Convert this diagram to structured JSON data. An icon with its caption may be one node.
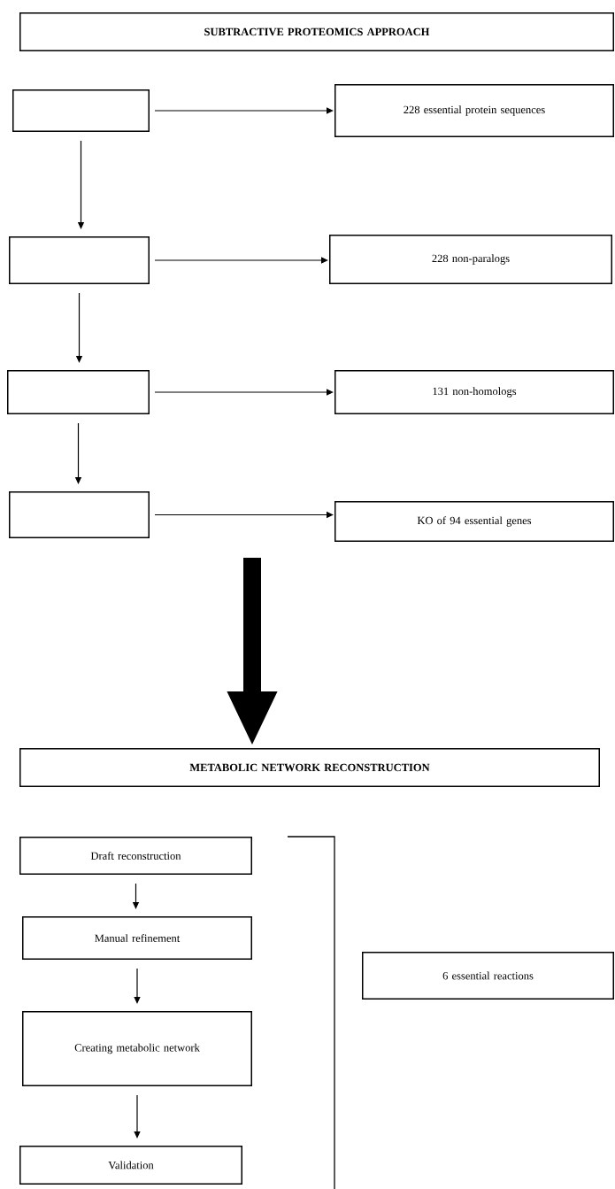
{
  "diagram": {
    "nodes": [
      {
        "text": [
          "SUBTRACTIVE PROTEOMICS APPROACH"
        ]
      },
      {
        "text": [],
        "shape": "box"
      },
      {
        "text": [
          "228 essential protein sequences"
        ]
      },
      {
        "text": [],
        "shape": "box"
      },
      {
        "text": [
          "228 non-paralogs"
        ]
      },
      {
        "text": [],
        "shape": "box"
      },
      {
        "text": [
          "131 non-homologs"
        ]
      },
      {
        "text": [],
        "shape": "box"
      },
      {
        "text": [
          "KO of 94 essential genes"
        ]
      },
      {
        "text": [
          "METABOLIC NETWORK RECONSTRUCTION"
        ]
      },
      {
        "text": [
          "Draft reconstruction"
        ]
      },
      {
        "text": [
          "Manual refinement"
        ]
      },
      {
        "text": [
          "Creating metabolic network"
        ]
      },
      {
        "text": [
          "Validation"
        ]
      },
      {
        "text": [
          "6 essential reactions"
        ]
      }
    ],
    "edges": [
      {
        "from": 1,
        "to": 2,
        "arrow": "to"
      },
      {
        "from": 1,
        "to": 3,
        "arrow": "to"
      },
      {
        "from": 3,
        "to": 4,
        "arrow": "to"
      },
      {
        "from": 3,
        "to": 5,
        "arrow": "to"
      },
      {
        "from": 5,
        "to": 6,
        "arrow": "to"
      },
      {
        "from": 5,
        "to": 7,
        "arrow": "to"
      },
      {
        "from": 7,
        "to": 8,
        "arrow": "to"
      },
      {
        "from": null,
        "to": 9,
        "arrow": "to",
        "style": "thick"
      },
      {
        "from": 10,
        "to": 11,
        "arrow": "to"
      },
      {
        "from": 11,
        "to": 12,
        "arrow": "to"
      },
      {
        "from": 12,
        "to": 13,
        "arrow": "to"
      }
    ]
  }
}
